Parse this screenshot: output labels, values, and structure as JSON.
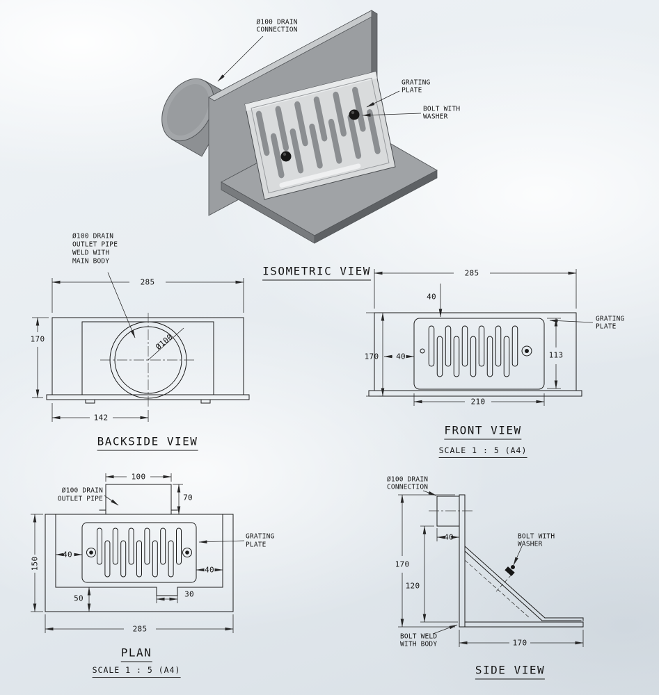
{
  "isometric": {
    "caption": "ISOMETRIC VIEW",
    "label_drain_line1": "Ø100 DRAIN",
    "label_drain_line2": "CONNECTION",
    "label_grating_line1": "GRATING",
    "label_grating_line2": "PLATE",
    "label_bolt_line1": "BOLT WITH",
    "label_bolt_line2": "WASHER"
  },
  "backside": {
    "caption": "BACKSIDE VIEW",
    "label_pipe_line1": "Ø100 DRAIN",
    "label_pipe_line2": "OUTLET PIPE",
    "label_pipe_line3": "WELD WITH",
    "label_pipe_line4": "MAIN BODY",
    "dim_width": "285",
    "dim_height": "170",
    "dim_pipe_center": "142",
    "dim_pipe_diameter": "Ø100"
  },
  "front": {
    "caption": "FRONT VIEW",
    "scale_note": "SCALE 1 : 5 (A4)",
    "label_grating_line1": "GRATING",
    "label_grating_line2": "PLATE",
    "dim_width": "285",
    "dim_grating_top_offset": "40",
    "dim_height": "170",
    "dim_grating_side_offset": "40",
    "dim_grating_height": "113",
    "dim_grating_width": "210"
  },
  "plan": {
    "caption": "PLAN",
    "scale_note": "SCALE 1 : 5 (A4)",
    "label_pipe_line1": "Ø100 DRAIN",
    "label_pipe_line2": "OUTLET PIPE",
    "label_grating_line1": "GRATING",
    "label_grating_line2": "PLATE",
    "dim_pipe_width": "100",
    "dim_pipe_depth": "70",
    "dim_grating_offset_left": "40",
    "dim_grating_offset_right": "40",
    "dim_depth": "150",
    "dim_tab_width": "30",
    "dim_front_lip": "50",
    "dim_width": "285"
  },
  "side": {
    "caption": "SIDE VIEW",
    "label_drain_line1": "Ø100 DRAIN",
    "label_drain_line2": "CONNECTION",
    "label_bolt_line1": "BOLT WITH",
    "label_bolt_line2": "WASHER",
    "label_weld_line1": "BOLT WELD",
    "label_weld_line2": "WITH BODY",
    "dim_pipe_length": "40",
    "dim_height": "170",
    "dim_body_height": "120",
    "dim_depth": "170"
  },
  "colors": {
    "line": "#1a1a1a",
    "metal_light": "#d9dbdc",
    "metal_mid": "#9b9ea1",
    "metal_dark": "#6b6e71"
  }
}
